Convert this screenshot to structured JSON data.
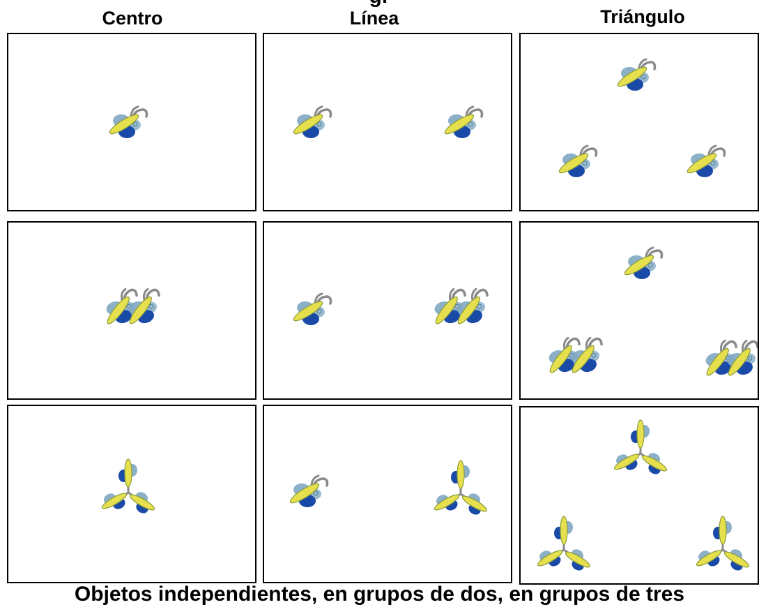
{
  "headers": {
    "top_partial": "gr",
    "centro": "Centro",
    "linea": "Línea",
    "triangulo": "Triángulo"
  },
  "rows": [
    {
      "grouping": "single",
      "panels": [
        {
          "layout": "Centro"
        },
        {
          "layout": "Línea"
        },
        {
          "layout": "Triángulo"
        }
      ]
    },
    {
      "grouping": "pairs",
      "panels": [
        {
          "layout": "Centro"
        },
        {
          "layout": "Línea"
        },
        {
          "layout": "Triángulo"
        }
      ]
    },
    {
      "grouping": "triples",
      "panels": [
        {
          "layout": "Centro"
        },
        {
          "layout": "Línea"
        },
        {
          "layout": "Triángulo"
        }
      ]
    }
  ],
  "icon": "firefly-icon",
  "colors": {
    "wing_light": "#7fa7c2",
    "wing_dark": "#1a4aa8",
    "body": "#e6e04e",
    "body_edge": "#8a9b3a",
    "antenna": "#8a8a8a",
    "border": "#000000"
  },
  "footer": "Objetos independientes, en grupos de dos, en grupos de tres"
}
